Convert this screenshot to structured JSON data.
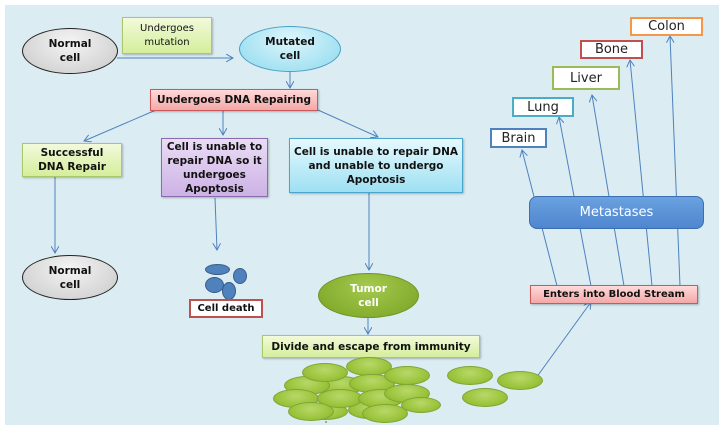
{
  "diagram": {
    "title": "Cancer development and metastasis flow",
    "nodes": {
      "normal_cell_top": "Normal\ncell",
      "undergoes_mutation": "Undergoes\nmutation",
      "mutated_cell": "Mutated\ncell",
      "dna_repairing": "Undergoes DNA Repairing",
      "successful_repair": "Successful\nDNA Repair",
      "apoptosis": "Cell is unable to\nrepair DNA so it\nundergoes\nApoptosis",
      "no_apoptosis": "Cell is unable to repair DNA\nand unable to undergo\nApoptosis",
      "normal_cell_bottom": "Normal\ncell",
      "cell_death": "Cell death",
      "tumor_cell": "Tumor\ncell",
      "divide_escape": "Divide and escape from immunity",
      "blood_stream": "Enters into Blood Stream",
      "metastases": "Metastases"
    },
    "organs": [
      {
        "label": "Brain",
        "color": "#4f81bd"
      },
      {
        "label": "Lung",
        "color": "#4bacc6"
      },
      {
        "label": "Liver",
        "color": "#9bbb59"
      },
      {
        "label": "Bone",
        "color": "#c0504d"
      },
      {
        "label": "Colon",
        "color": "#f79646"
      }
    ],
    "edges": [
      [
        "normal_cell_top",
        "mutated_cell"
      ],
      [
        "mutated_cell",
        "dna_repairing"
      ],
      [
        "dna_repairing",
        "successful_repair"
      ],
      [
        "dna_repairing",
        "apoptosis"
      ],
      [
        "dna_repairing",
        "no_apoptosis"
      ],
      [
        "successful_repair",
        "normal_cell_bottom"
      ],
      [
        "apoptosis",
        "cell_death"
      ],
      [
        "no_apoptosis",
        "tumor_cell"
      ],
      [
        "tumor_cell",
        "divide_escape"
      ],
      [
        "tumor_cells",
        "blood_stream"
      ],
      [
        "blood_stream",
        "Brain"
      ],
      [
        "blood_stream",
        "Lung"
      ],
      [
        "blood_stream",
        "Liver"
      ],
      [
        "blood_stream",
        "Bone"
      ],
      [
        "blood_stream",
        "Colon"
      ]
    ],
    "colors": {
      "background": "#dbedf3",
      "arrow": "#4f81bd"
    }
  }
}
